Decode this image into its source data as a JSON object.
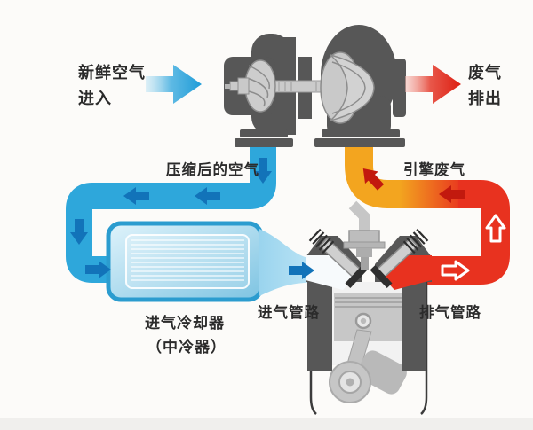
{
  "diagram": {
    "type": "turbocharger-airflow-schematic",
    "labels": {
      "fresh_air_line1": "新鲜空气",
      "fresh_air_line2": "进入",
      "exhaust_out_line1": "废气",
      "exhaust_out_line2": "排出",
      "compressed_air": "压缩后的空气",
      "engine_exhaust": "引擎废气",
      "intercooler_line1": "进气冷却器",
      "intercooler_line2": "（中冷器）",
      "intake_pipe": "进气管路",
      "exhaust_pipe": "排气管路"
    },
    "components": [
      "turbocharger",
      "compressor-wheel",
      "turbine-wheel",
      "intercooler",
      "engine-cylinder",
      "piston",
      "spark-plug"
    ],
    "flow_arrows": {
      "intake_side_color": "#1273B9",
      "exhaust_side_solid_color": "#C2190E",
      "exhaust_side_outline_color": "#FFFFFF"
    },
    "colors": {
      "background": "#FCFBF9",
      "intake_pipe_blue": "#2EA7DB",
      "cooled_air_light_blue": "#A7DBF2",
      "exhaust_red": "#E8321F",
      "exhaust_orange": "#F3A51F",
      "metal_dark_gray": "#575757",
      "metal_light_gray": "#C9C9C9",
      "label_text": "#2B2B2B"
    }
  }
}
